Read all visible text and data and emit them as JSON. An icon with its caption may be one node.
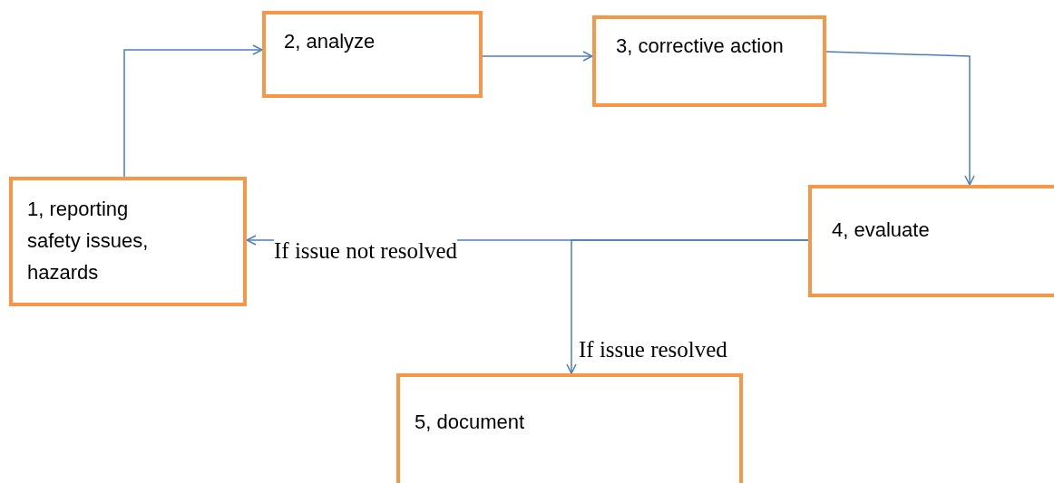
{
  "diagram": {
    "nodes": [
      {
        "text": [
          "1, reporting safety issues, hazards"
        ]
      },
      {
        "text": [
          "2, analyze"
        ]
      },
      {
        "text": [
          "3, corrective action"
        ]
      },
      {
        "text": [
          "4, evaluate"
        ]
      },
      {
        "text": [
          "5, document"
        ]
      }
    ],
    "edges": [
      {
        "from": 0,
        "to": 1,
        "arrow": "to"
      },
      {
        "from": 1,
        "to": 2,
        "arrow": "to"
      },
      {
        "from": 2,
        "to": 3,
        "arrow": "to"
      },
      {
        "from": 3,
        "to": 0,
        "arrow": "to",
        "label": "If issue not resolved"
      },
      {
        "from": 3,
        "to": 4,
        "arrow": "to",
        "label": "If issue resolved"
      }
    ]
  }
}
